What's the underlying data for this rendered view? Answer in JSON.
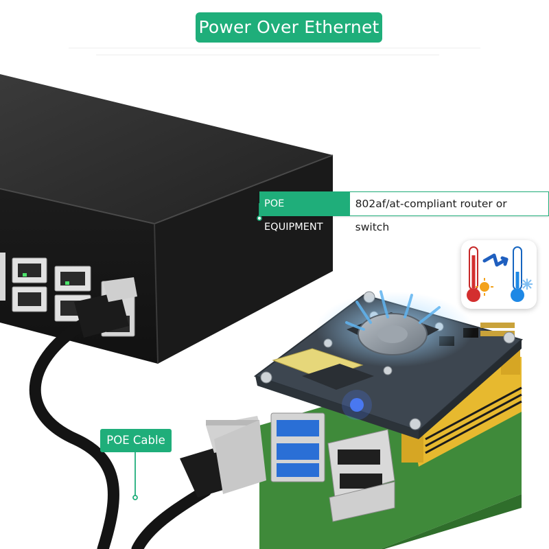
{
  "title": "Power Over Ethernet",
  "poe_equipment": {
    "tag": "POE EQUIPMENT",
    "description": "802af/at-compliant router or switch"
  },
  "poe_cable_label": "POE Cable",
  "icons": {
    "hot": "red-thermometer-sun-icon",
    "lightning": "lightning-icon",
    "cold": "blue-thermometer-snowflake-icon"
  },
  "colors": {
    "accent": "#1fae7a",
    "switch_body": "#202020",
    "cable": "#141414",
    "pcb_top": "#3d4650",
    "fan": "#8a949e",
    "heatsink_yellow": "#e7b92f",
    "usb_blue": "#2a6fd6",
    "airflow": "#60b4f0"
  }
}
